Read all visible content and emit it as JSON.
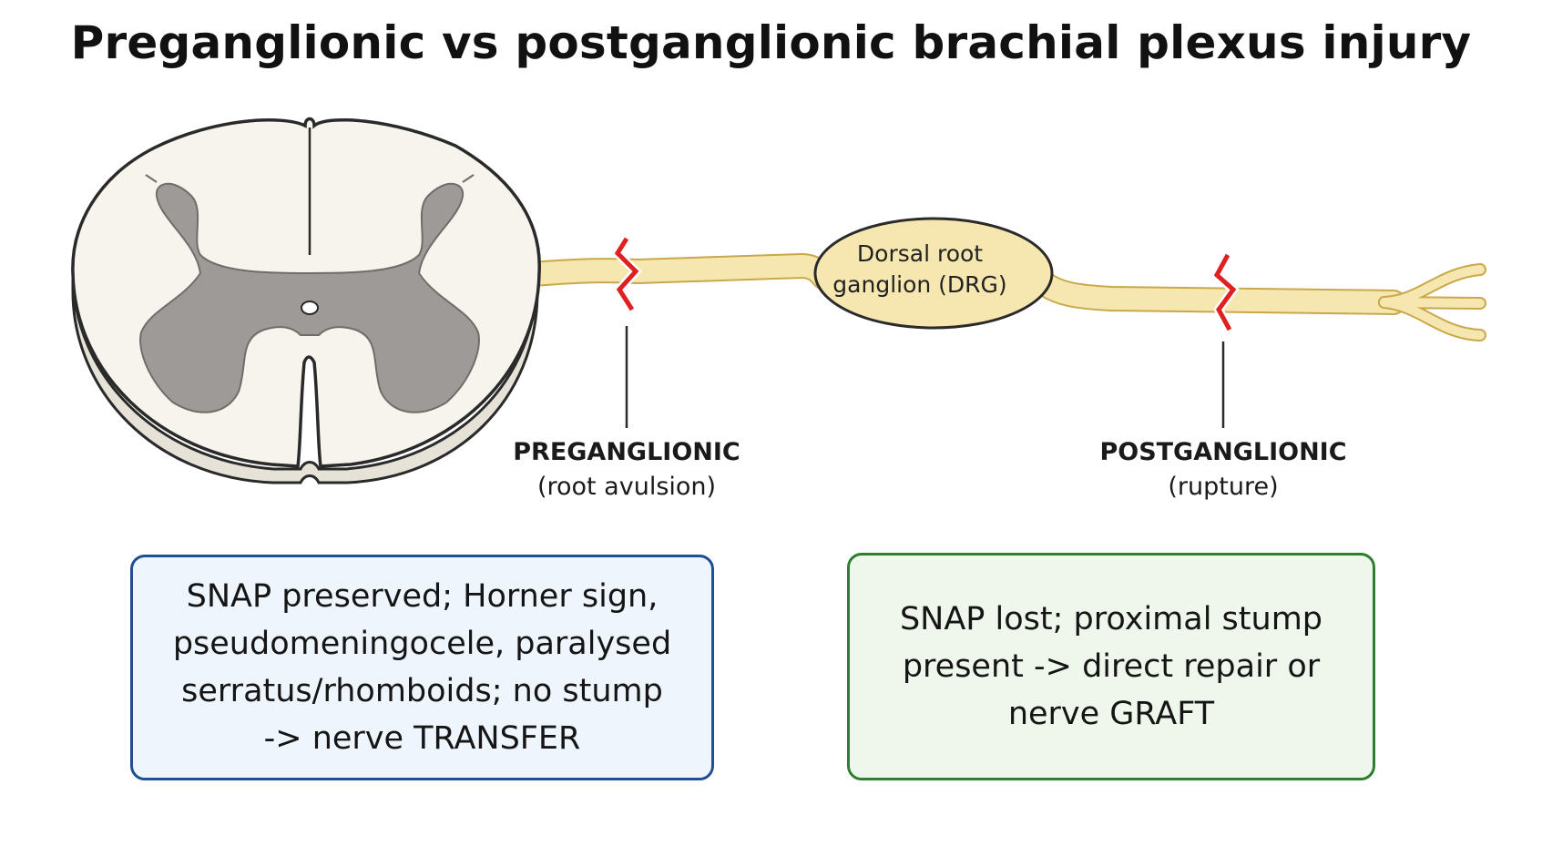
{
  "title": "Preganglionic vs postganglionic brachial plexus injury",
  "drg": {
    "line1": "Dorsal root",
    "line2": "ganglion (DRG)"
  },
  "lesions": {
    "pre": {
      "name": "PREGANGLIONIC",
      "type": "(root avulsion)"
    },
    "post": {
      "name": "POSTGANGLIONIC",
      "type": "(rupture)"
    }
  },
  "boxes": {
    "pre": {
      "lines": [
        "SNAP preserved; Horner sign,",
        "pseudomeningocele, paralysed",
        "serratus/rhomboids; no stump",
        "-> nerve TRANSFER"
      ]
    },
    "post": {
      "lines": [
        "SNAP lost; proximal stump",
        "present -> direct repair or",
        "nerve GRAFT"
      ]
    }
  },
  "colors": {
    "nerve_fill": "#f6e7b0",
    "nerve_outline": "#c9a84a",
    "cord_white_matter": "#f7f4ee",
    "cord_gray_matter": "#9d9a98",
    "lesion_mark": "#e02020",
    "pre_box_border": "#1f4e96",
    "pre_box_fill": "#eef5fd",
    "post_box_border": "#2f7d32",
    "post_box_fill": "#eff7ec"
  }
}
